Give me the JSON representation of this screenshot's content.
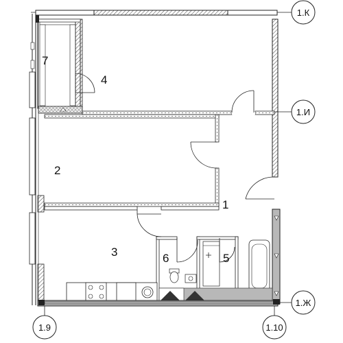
{
  "axes": {
    "top_right": "1.К",
    "mid_right": "1.И",
    "bottom_right": "1.Ж",
    "bottom_left": "1.9",
    "bottom_mid": "1.10"
  },
  "rooms": {
    "r1": "1",
    "r2": "2",
    "r3": "3",
    "r4": "4",
    "r5": "5",
    "r6": "6",
    "r7": "7"
  },
  "colors": {
    "wall_fill": "#ffffff",
    "wall_stroke": "#222222",
    "hatch": "#555555",
    "grey_wall": "#b8b8b8",
    "dark": "#333333"
  }
}
